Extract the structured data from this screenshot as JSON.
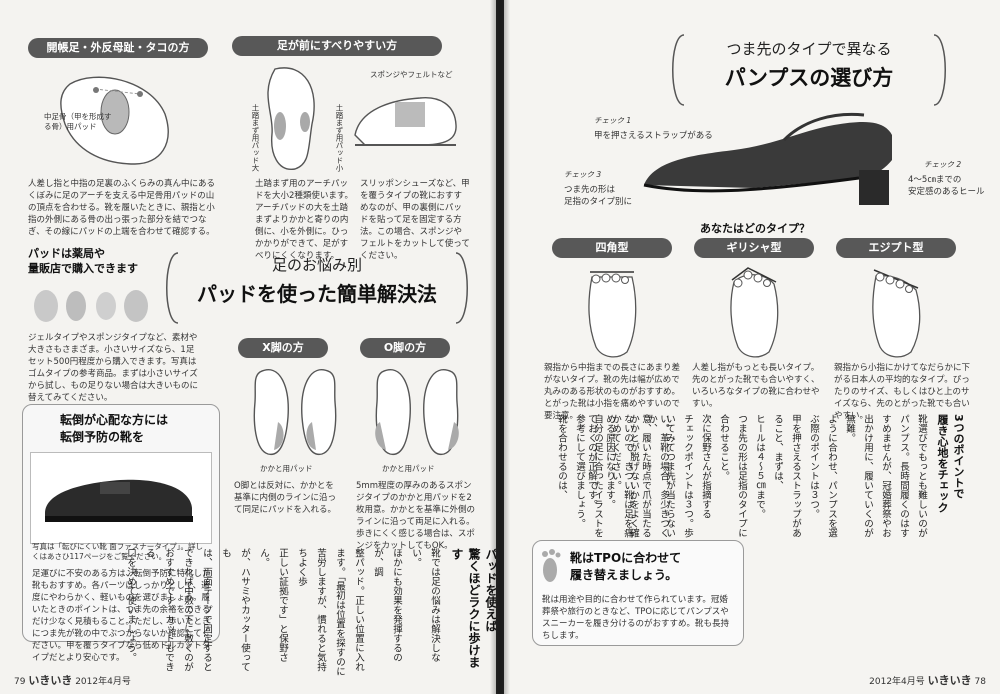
{
  "left": {
    "s1_title": "開帳足・外反母趾・タコの方",
    "s1_label": "中足骨（甲を形成する骨）用パッド",
    "s1_text": "人差し指と中指の足裏のふくらみの真ん中にあるくぼみに足のアーチを支える中足骨用パッドの山の頂点を合わせる。靴を履いたときに、親指と小指の外側にある骨の出っ張った部分を結でつなぎ、その線にパッドの上端を合わせて確認する。",
    "s2_title": "足が前にすべりやすい方",
    "s2_label_a": "土踏まず用パッド大",
    "s2_label_b": "土踏まず用パッド小",
    "s2_label_c": "スポンジやフェルトなど",
    "s2_text_a": "土踏まず用のアーチパッドを大小2種類使います。アーチパッドの大を土踏まずよりかかと寄りの内側に、小を外側に。ひっかかりができて、足がすべりにくくなります。",
    "s2_text_b": "スリッポンシューズなど、甲を覆うタイプの靴におすすめなのが、甲の裏側にパッドを貼って足を固定する方法。この場合、スポンジやフェルトをカットして使ってください。",
    "pad_title_a": "パッドは薬局や",
    "pad_title_b": "量販店で購入できます",
    "pad_text": "ジェルタイプやスポンジタイプなど、素材や大きさもさまざま。小さいサイズなら、1足セット500円程度から購入できます。写真はゴムタイプの参考商品。まずは小さいサイズから試し、もの足りない場合は大きいものに替えてみてください。",
    "hero_sub": "足のお悩み別",
    "hero_title": "パッドを使った簡単解決法",
    "x_title": "X脚の方",
    "o_title": "O脚の方",
    "heel_label_x": "かかと用パッド",
    "heel_label_o": "かかと用パッド",
    "x_text": "O脚とは反対に、かかとを基準に内側のラインに沿って同足にパッドを入れる。",
    "o_text": "5mm程度の厚みのあるスポンジタイプのかかと用パッドを2枚用意。かかとを基準に外側のラインに沿って両足に入れる。歩きにくく感じる場合は、スポンジをカットしてもOK。",
    "fall_title_a": "転倒が心配な方には",
    "fall_title_b": "転倒予防の靴を",
    "fall_caption": "写真は「転びにくい靴 面ファスナータイプ」。詳しくはあさひ117ページをご覧ください。",
    "fall_text": "足運びに不安のある方は、転倒予防に特化した靴もおすすめ。各パーツはしっかりとして、適度にやわらかく、軽いものを選びましょう。履いたときのポイントは、つま先の余裕をできるだけ少なく見積もること。ただし、歩いたときにつま先が靴の中でぶつからないか確認してください。甲を覆うタイプなら低めドルカットタイプだとより安心です。",
    "col_title_a": "パッドを使えば",
    "col_title_b": "驚くほどラクに歩けます",
    "col1": "靴では足の悩みは解決しない。",
    "col2": "ほかにも効果を発揮するのが、調",
    "col3": "整パッド。正しい位置に入れ",
    "col4": "ます。「最初は位置を探すのに",
    "col5": "苦労しますが、慣れると気持ちよく歩",
    "col6": "正しい証拠です」と保野さん。",
    "col7": "が、ハサミやカッター使っても",
    "col8": "は、両面テープで固定すると",
    "col9": "できれば中敷の下に敷くのが",
    "col10": "おすすめです。カットもできる",
    "col11": "口を決めて使いましょう。",
    "page_no": "79",
    "logo": "いきいき",
    "issue": "2012年4月号"
  },
  "right": {
    "hero_sub": "つま先のタイプで異なる",
    "hero_title": "パンプスの選び方",
    "check1_tag": "チェック 1",
    "check1_text": "甲を押さえるストラップがある",
    "check2_tag": "チェック 2",
    "check2_text_a": "4～5㎝までの",
    "check2_text_b": "安定感のあるヒール",
    "check3_tag": "チェック 3",
    "check3_text_a": "つま先の形は",
    "check3_text_b": "足指のタイプ別に",
    "type_q": "あなたはどのタイプ？",
    "type1": "四角型",
    "type2": "ギリシャ型",
    "type3": "エジプト型",
    "type1_text": "親指から中指までの長さにあまり差がないタイプ。靴の先は幅が広めで丸みのある形状のものがおすすめ。とがった靴は小指を痛めやすいので要注意。",
    "type2_text": "人差し指がもっとも長いタイプ。先のとがった靴でも合いやすく、いろいろなタイプの靴に合わせやすい。",
    "type3_text": "親指から小指にかけてなだらかに下がる日本人の平均的なタイプ。ぴったりのサイズ、もしくはひと上のサイズなら、先のとがった靴でも合いやすい。",
    "side_title_a": "3つのポイントで",
    "side_title_b": "履き心地をチェック",
    "tpo_title_a": "靴はTPOに合わせて",
    "tpo_title_b": "履き替えましょう。",
    "tpo_text": "靴は用途や目的に合わせて作られています。冠婚葬祭や旅行のときなど、TPOに応じてパンプスやスニーカーを履き分けるのがおすすめ。靴も長持ちします。",
    "v1": "靴選びでもっとも難しいのがパンプス。長時間履くのはすすめませんが、冠婚葬祭やお出かけ用に、履いていくのが無難。",
    "v2": "ように合わせ、パンプスを選ぶ際のポイントは３つ。",
    "v3": "甲を押さえるストラップがあること、まずは、",
    "v4": "ヒールは４～５㎝まで。",
    "v5": "つま先の形は足指のタイプに合わせること。",
    "v6": "次に保野さんが指摘する",
    "v7": "チェックポイントは３つ。歩いてみてつま先が当たらないか、",
    "v8": "かかとが脱げないかをよく確かめてください。",
    "v9": "自分の足に合ったイラストを参考にして選びましょう。",
    "v10": "靴を合わせるのは、",
    "v11": "い。革靴の場合、多少きつく",
    "v12": "意、履いた時点で爪が当たる",
    "v13": "ないので、きつい靴は足を痛める原因になります。",
    "v14": "ておくのが正解です。",
    "page_no": "78",
    "logo": "いきいき",
    "issue": "2012年4月号"
  }
}
